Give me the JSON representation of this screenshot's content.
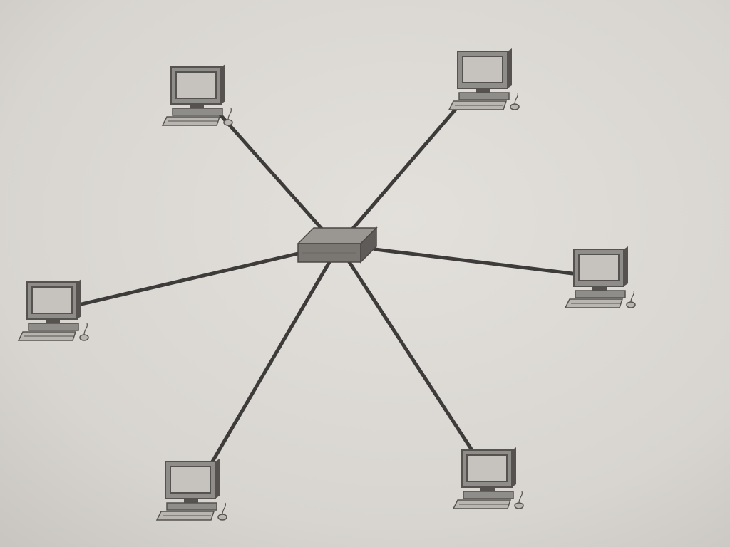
{
  "diagram": {
    "type": "star-network-topology",
    "hub": {
      "icon": "network-hub-icon"
    },
    "computers": [
      {
        "id": "top-left",
        "icon": "desktop-computer-icon"
      },
      {
        "id": "top-right",
        "icon": "desktop-computer-icon"
      },
      {
        "id": "left",
        "icon": "desktop-computer-icon"
      },
      {
        "id": "right",
        "icon": "desktop-computer-icon"
      },
      {
        "id": "bottom-left",
        "icon": "desktop-computer-icon"
      },
      {
        "id": "bottom-right",
        "icon": "desktop-computer-icon"
      }
    ],
    "connections": [
      [
        "hub",
        "top-left"
      ],
      [
        "hub",
        "top-right"
      ],
      [
        "hub",
        "left"
      ],
      [
        "hub",
        "right"
      ],
      [
        "hub",
        "bottom-left"
      ],
      [
        "hub",
        "bottom-right"
      ]
    ]
  },
  "colors": {
    "paper": "#d9d6d1",
    "cable": "#3e3c3a",
    "device_body": "#8f8d89",
    "device_dark": "#55524f",
    "device_light": "#b9b6b1",
    "screen": "#c6c3be"
  }
}
